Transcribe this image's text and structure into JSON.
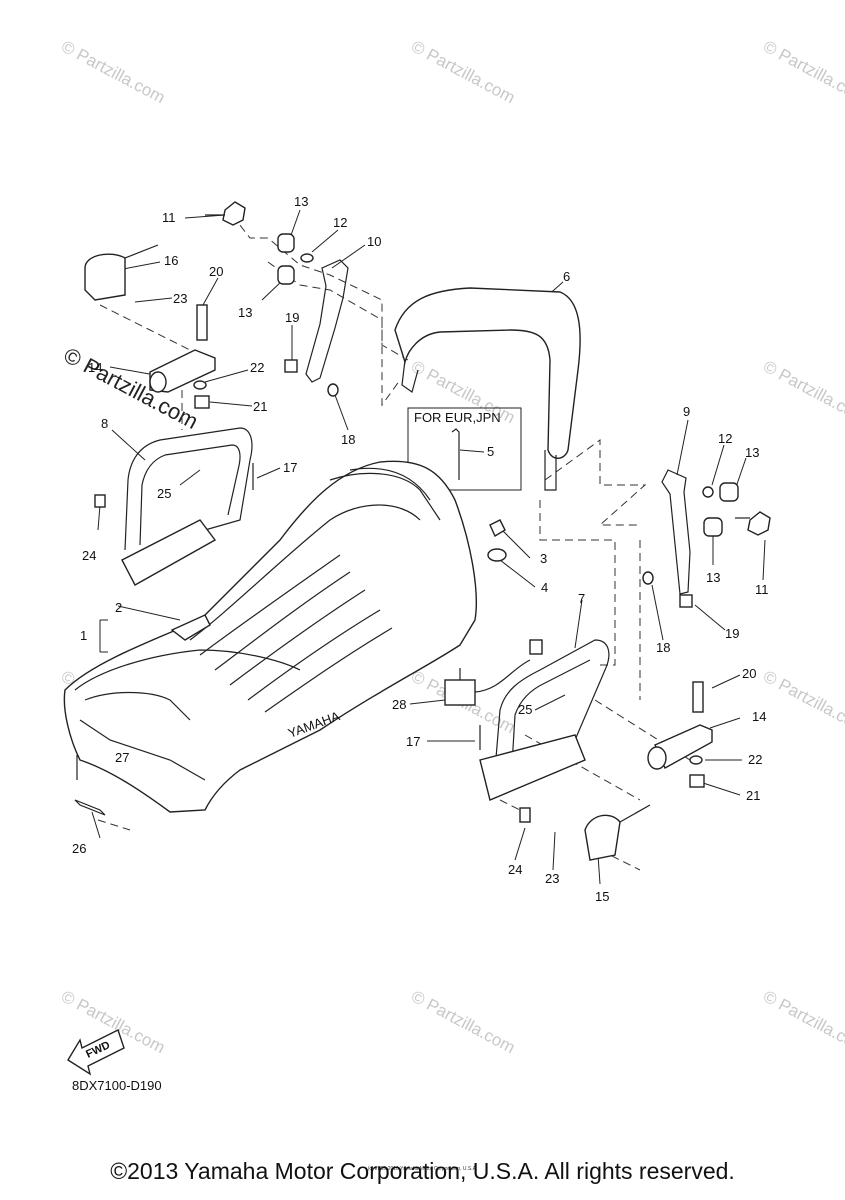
{
  "watermark": {
    "text": "© Partzilla.com"
  },
  "labels": [
    "1",
    "2",
    "3",
    "4",
    "5",
    "6",
    "7",
    "8",
    "9",
    "10",
    "11",
    "11",
    "12",
    "12",
    "13",
    "13",
    "13",
    "13",
    "14",
    "14",
    "15",
    "16",
    "17",
    "17",
    "18",
    "18",
    "19",
    "19",
    "20",
    "20",
    "21",
    "21",
    "22",
    "22",
    "23",
    "23",
    "24",
    "24",
    "25",
    "25",
    "26",
    "27",
    "28"
  ],
  "brand_text": "YAMAHA",
  "inset": {
    "title": "FOR EUR,JPN",
    "part": "5"
  },
  "fwd": "FWD",
  "diagram_code": "8DX7100-D190",
  "small_copyright": "(c) 2005-2016 Yamaha Motor Corporation, U.S.A.",
  "copyright": "©2013 Yamaha Motor Corporation, U.S.A. All rights reserved."
}
